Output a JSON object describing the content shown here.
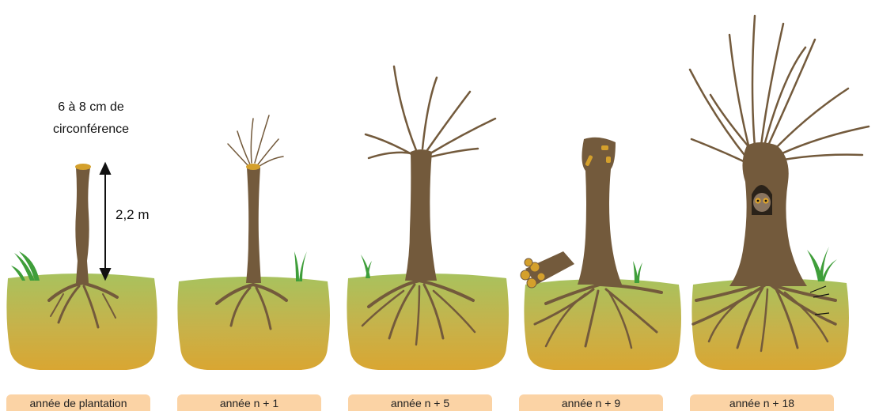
{
  "annotations": {
    "circumference_line1": "6 à 8 cm de",
    "circumference_line2": "circonférence",
    "height": "2,2 m"
  },
  "stages": [
    {
      "label": "année de plantation"
    },
    {
      "label": "année n + 1"
    },
    {
      "label": "année n + 5"
    },
    {
      "label": "année n + 9"
    },
    {
      "label": "année n + 18"
    }
  ],
  "colors": {
    "trunk": "#735a3c",
    "soil_top": "#a8c25e",
    "soil_bottom": "#d9a632",
    "grass": "#3f9e3a",
    "label_bg": "#fbd3a5",
    "cut_wood": "#d4a02c"
  }
}
